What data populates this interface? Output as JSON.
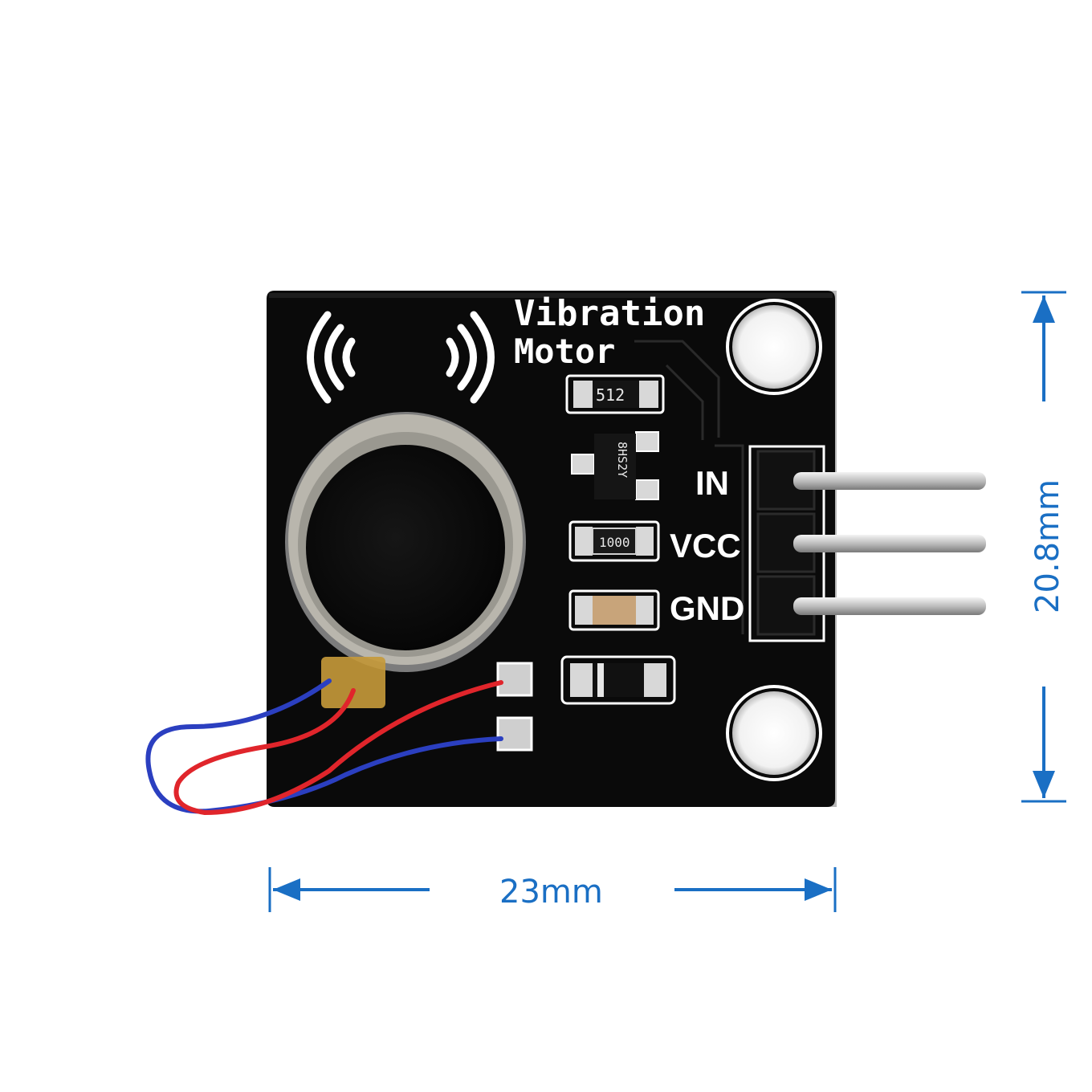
{
  "board": {
    "title_line1": "Vibration",
    "title_line2": "Motor",
    "pins": [
      "IN",
      "VCC",
      "GND"
    ],
    "chip_codes": {
      "top_chip": "512",
      "transistor": "8HS2Y",
      "resistor": "1000"
    }
  },
  "dimensions": {
    "width": "23mm",
    "height": "20.8mm"
  },
  "colors": {
    "pcb": "#0a0a0a",
    "silkscreen": "#ffffff",
    "dimension_lines": "#1a6fc4",
    "wire_red": "#e0252b",
    "wire_blue": "#2b3fc0"
  }
}
